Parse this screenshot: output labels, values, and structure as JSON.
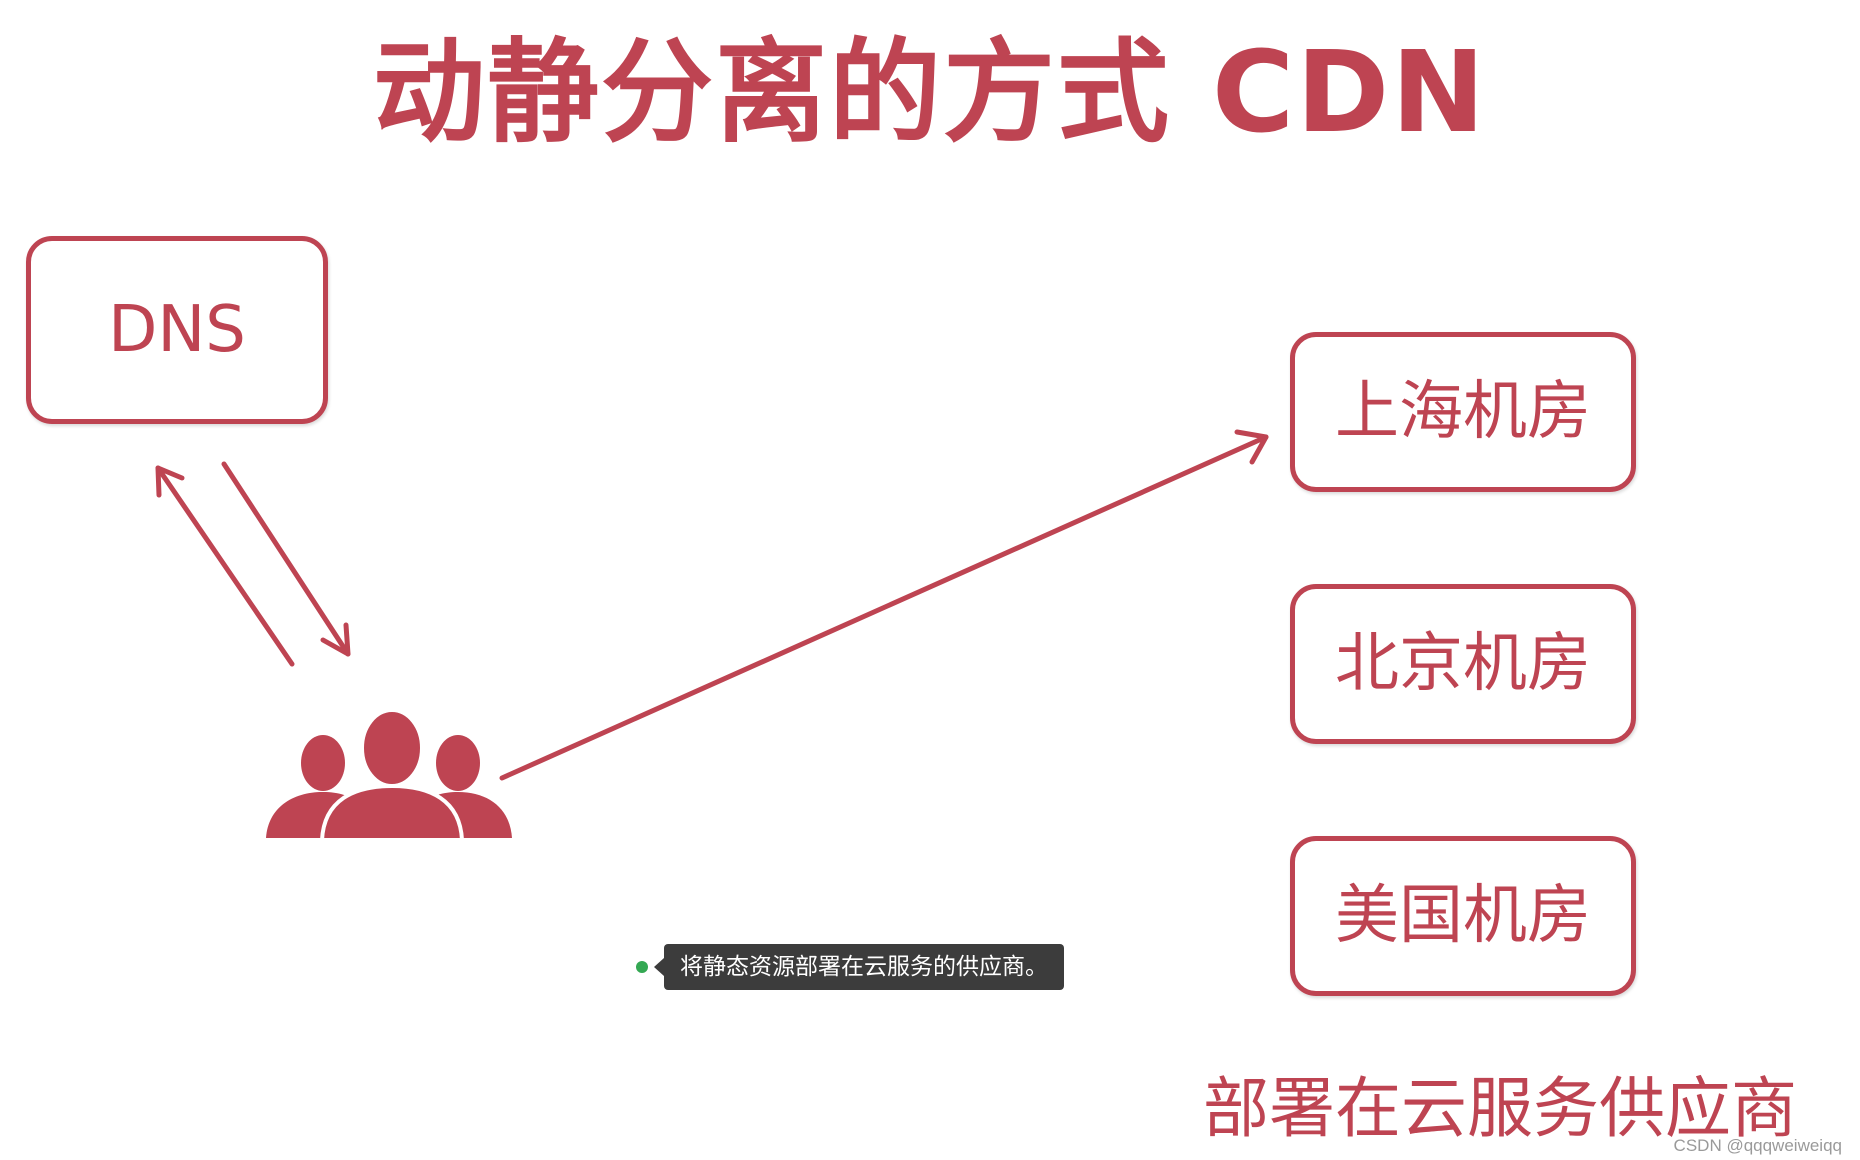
{
  "title": "动静分离的方式 CDN",
  "dns_box": {
    "label": "DNS"
  },
  "users_icon": {
    "icon": "users-group-icon"
  },
  "data_centers": [
    {
      "label": "上海机房"
    },
    {
      "label": "北京机房"
    },
    {
      "label": "美国机房"
    }
  ],
  "footer_note": "部署在云服务供应商",
  "tooltip": {
    "text": "将静态资源部署在云服务的供应商。"
  },
  "watermark": "CSDN @qqqweiweiqq",
  "colors": {
    "accent": "#be4452",
    "tooltip_bg": "#3c3c3c",
    "tooltip_dot": "#34a853",
    "background": "#ffffff"
  }
}
